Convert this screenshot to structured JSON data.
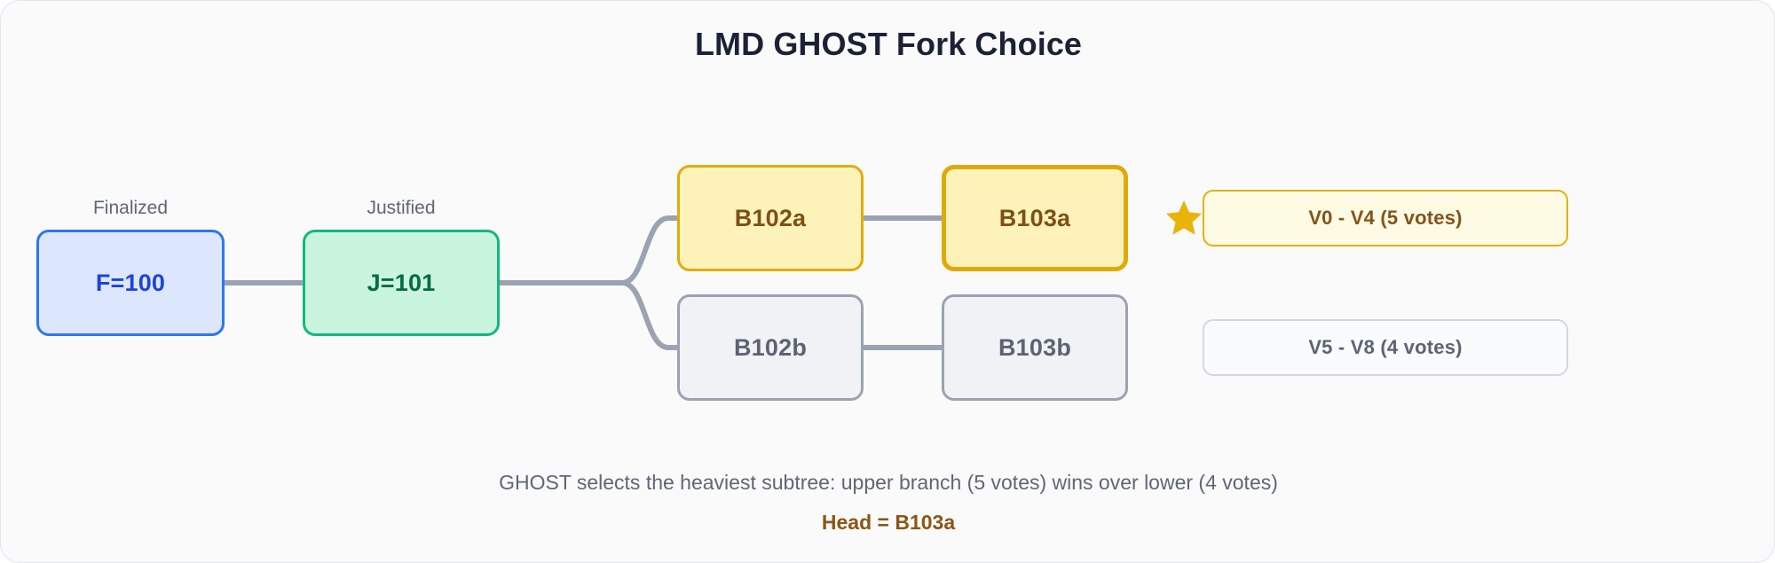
{
  "title": "LMD GHOST Fork Choice",
  "colors": {
    "background": "#fafafb",
    "card_border": "#e3e4ec",
    "title_text": "#1c2235",
    "finalized_fill": "#dce7fd",
    "finalized_border": "#2f76f0",
    "finalized_text": "#1c44d8",
    "justified_fill": "#c9f4de",
    "justified_border": "#10b981",
    "justified_text": "#066b46",
    "canonical_fill": "#fdf3ba",
    "canonical_border": "#e3ac09",
    "canonical_text": "#7f4f14",
    "fork_fill": "#f1f2f6",
    "fork_border": "#9ba3b2",
    "fork_text": "#5b6374",
    "edge": "#9ba3b2",
    "star": "#eab308",
    "caption_text": "#5f6675",
    "head_text": "#8a5714"
  },
  "nodes": [
    {
      "id": "finalized",
      "label": "F=100",
      "caption": "Finalized",
      "kind": "finalized"
    },
    {
      "id": "justified",
      "label": "J=101",
      "caption": "Justified",
      "kind": "justified"
    },
    {
      "id": "b102a",
      "label": "B102a",
      "caption": "",
      "kind": "canonical"
    },
    {
      "id": "b103a",
      "label": "B103a",
      "caption": "",
      "kind": "head"
    },
    {
      "id": "b102b",
      "label": "B102b",
      "caption": "",
      "kind": "fork"
    },
    {
      "id": "b103b",
      "label": "B103b",
      "caption": "",
      "kind": "fork"
    }
  ],
  "badges": {
    "upper": {
      "label": "V0 - V4 (5 votes)",
      "icon": "star-icon",
      "votes": 5,
      "winner": true
    },
    "lower": {
      "label": "V5 - V8 (4 votes)",
      "votes": 4,
      "winner": false
    }
  },
  "footer": {
    "caption": "GHOST selects the heaviest subtree: upper branch (5 votes) wins over lower (4 votes)",
    "head": "Head = B103a"
  }
}
